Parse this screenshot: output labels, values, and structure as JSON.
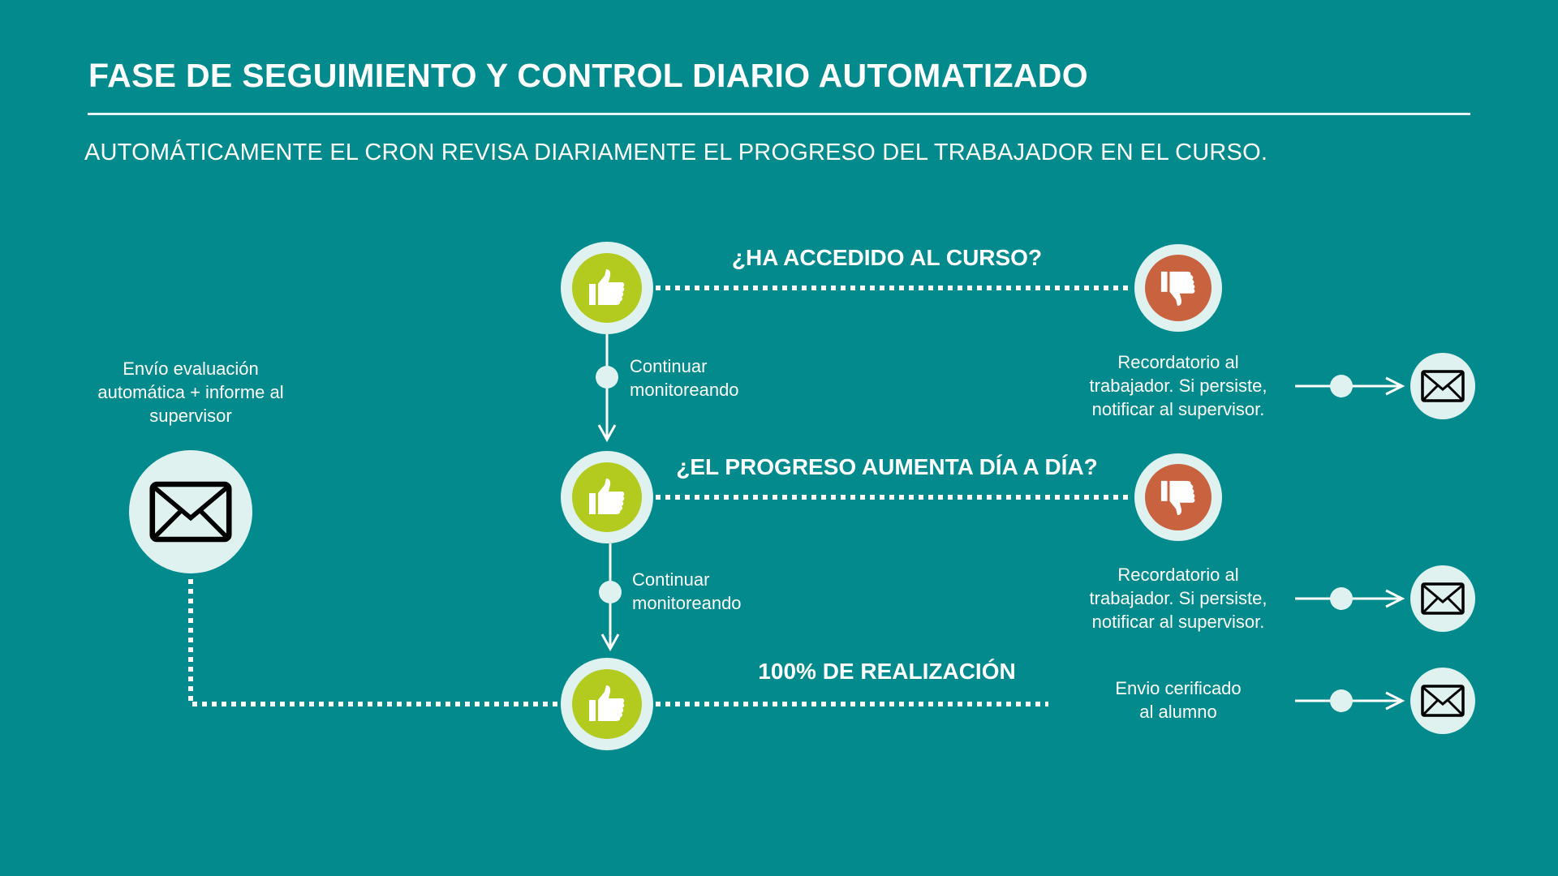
{
  "header": {
    "title": "FASE DE SEGUIMIENTO Y CONTROL DIARIO AUTOMATIZADO",
    "subtitle": "AUTOMÁTICAMENTE EL CRON REVISA DIARIAMENTE EL PROGRESO DEL TRABAJADOR EN EL CURSO."
  },
  "colors": {
    "background": "#038a8c",
    "light": "#dff2f0",
    "green": "#b3cb1f",
    "red": "#c8623f"
  },
  "steps": [
    {
      "question": "¿HA ACCEDIDO AL CURSO?",
      "yes_icon": "thumbs-up-icon",
      "no_icon": "thumbs-down-icon",
      "continue_label": "Continuar\nmonitoreando",
      "no_action": [
        "Recordatorio al",
        "trabajador. Si persiste,",
        "notificar al supervisor."
      ]
    },
    {
      "question": "¿EL PROGRESO AUMENTA DÍA A DÍA?",
      "yes_icon": "thumbs-up-icon",
      "no_icon": "thumbs-down-icon",
      "continue_label": "Continuar\nmonitoreando",
      "no_action": [
        "Recordatorio al",
        "trabajador. Si persiste,",
        "notificar al supervisor."
      ]
    },
    {
      "question": "100% DE REALIZACIÓN",
      "yes_icon": "thumbs-up-icon",
      "action": [
        "Envio cerificado",
        "al alumno"
      ]
    }
  ],
  "continue": [
    "Continuar",
    "monitoreando"
  ],
  "left_action": [
    "Envío evaluación",
    "automática + informe al",
    "supervisor"
  ]
}
